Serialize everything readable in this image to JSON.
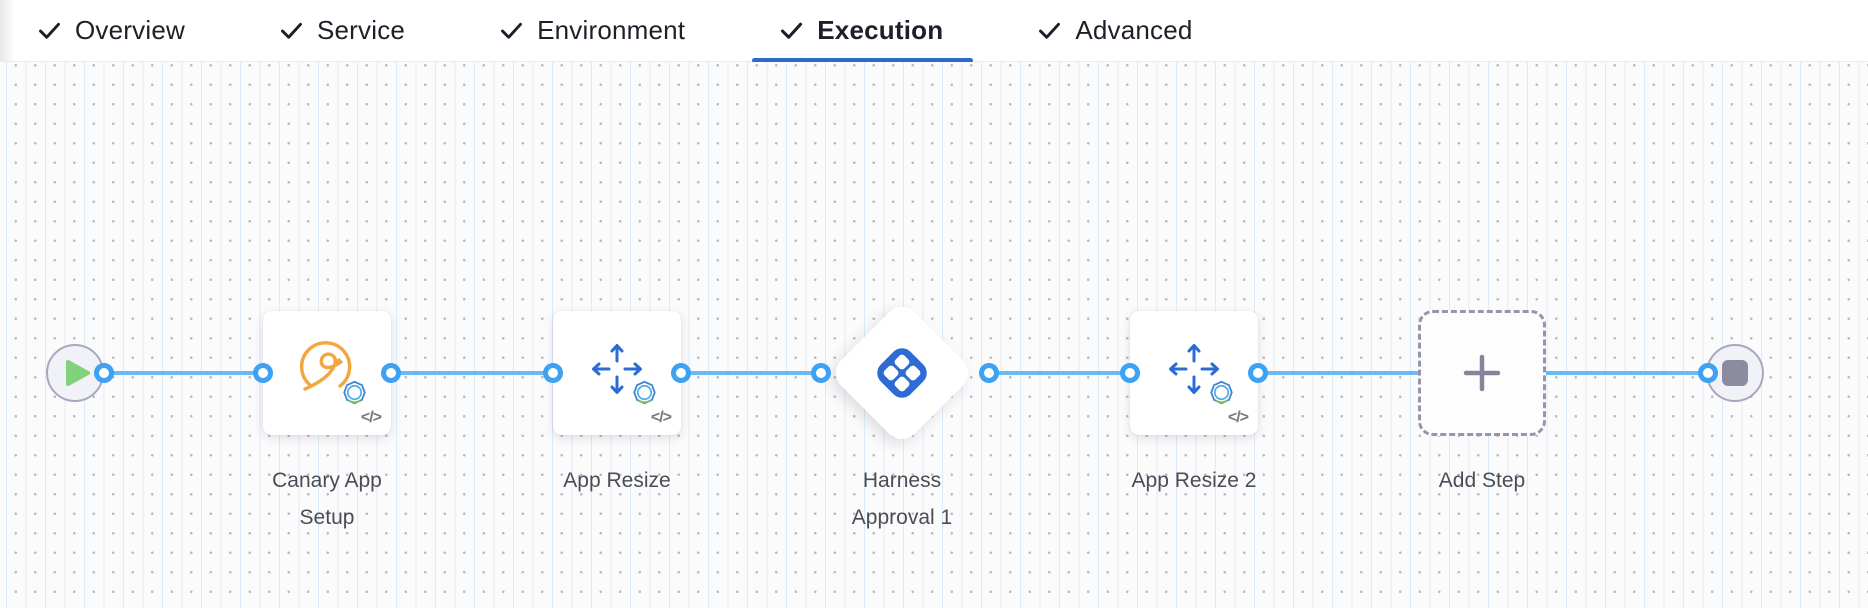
{
  "header": {
    "tabs": [
      {
        "label": "Overview",
        "checked": true,
        "active": false
      },
      {
        "label": "Service",
        "checked": true,
        "active": false
      },
      {
        "label": "Environment",
        "checked": true,
        "active": false
      },
      {
        "label": "Execution",
        "checked": true,
        "active": true
      },
      {
        "label": "Advanced",
        "checked": true,
        "active": false
      }
    ]
  },
  "canvas": {
    "nodes": [
      {
        "id": "start",
        "type": "start-node",
        "icon": "play-icon"
      },
      {
        "id": "canary-app-setup",
        "type": "step-card",
        "label": "Canary App Setup",
        "icon": "canary-bird-icon"
      },
      {
        "id": "app-resize",
        "type": "step-card",
        "label": "App Resize",
        "icon": "resize-arrows-icon"
      },
      {
        "id": "harness-approval-1",
        "type": "approval-diamond",
        "label": "Harness Approval 1",
        "icon": "harness-logo-icon"
      },
      {
        "id": "app-resize-2",
        "type": "step-card",
        "label": "App Resize 2",
        "icon": "resize-arrows-icon"
      },
      {
        "id": "add-step",
        "type": "add-step-placeholder",
        "label": "Add Step",
        "icon": "plus-icon"
      },
      {
        "id": "end",
        "type": "end-node",
        "icon": "stop-icon"
      }
    ],
    "code_badge": "</>"
  },
  "colors": {
    "tab_text": "#1e1f29",
    "active_tab_underline": "#2e6ace",
    "wire_blue": "#67baf3",
    "port_ring_blue": "#3ea2f4",
    "canary_orange": "#f2a63d",
    "step_icon_blue": "#2c6bd2",
    "harness_logo_blue": "#2e6bd2",
    "play_green": "#82d17c",
    "stop_gray": "#8c8b9f",
    "label_text": "#4b4c58"
  }
}
